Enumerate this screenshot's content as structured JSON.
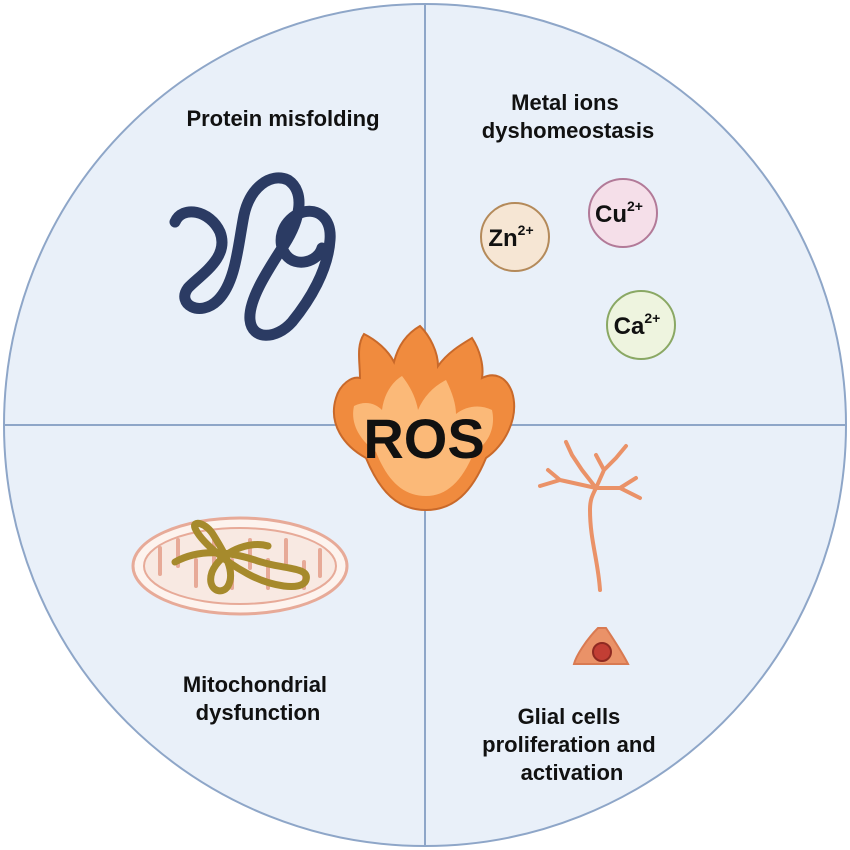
{
  "center": {
    "label": "ROS"
  },
  "quadrants": {
    "top_left": {
      "label": "Protein misfolding"
    },
    "top_right": {
      "label_line1": "Metal ions",
      "label_line2": "dyshomeostasis"
    },
    "bottom_left": {
      "label_line1": "Mitochondrial",
      "label_line2": "dysfunction"
    },
    "bottom_right": {
      "label_line1": "Glial cells",
      "label_line2": "proliferation and",
      "label_line3": "activation"
    }
  },
  "ions": [
    {
      "symbol": "Zn",
      "charge": "2+",
      "fill": "#f6e6d4",
      "stroke": "#b48a5a"
    },
    {
      "symbol": "Cu",
      "charge": "2+",
      "fill": "#f5dfe9",
      "stroke": "#b27a98"
    },
    {
      "symbol": "Ca",
      "charge": "2+",
      "fill": "#eef4df",
      "stroke": "#8aa864"
    }
  ],
  "colors": {
    "disc_fill": "#e9f0f9",
    "disc_stroke": "#8ea6c8",
    "protein": "#2b3b63",
    "flame_outer": "#f08b3e",
    "flame_inner": "#fbb978",
    "mito_wall": "#e7aa98",
    "mito_inner": "#f8e9e2",
    "mito_dna": "#a68a2c",
    "glia": "#ea9268",
    "glia_nucleus": "#c23e34"
  }
}
